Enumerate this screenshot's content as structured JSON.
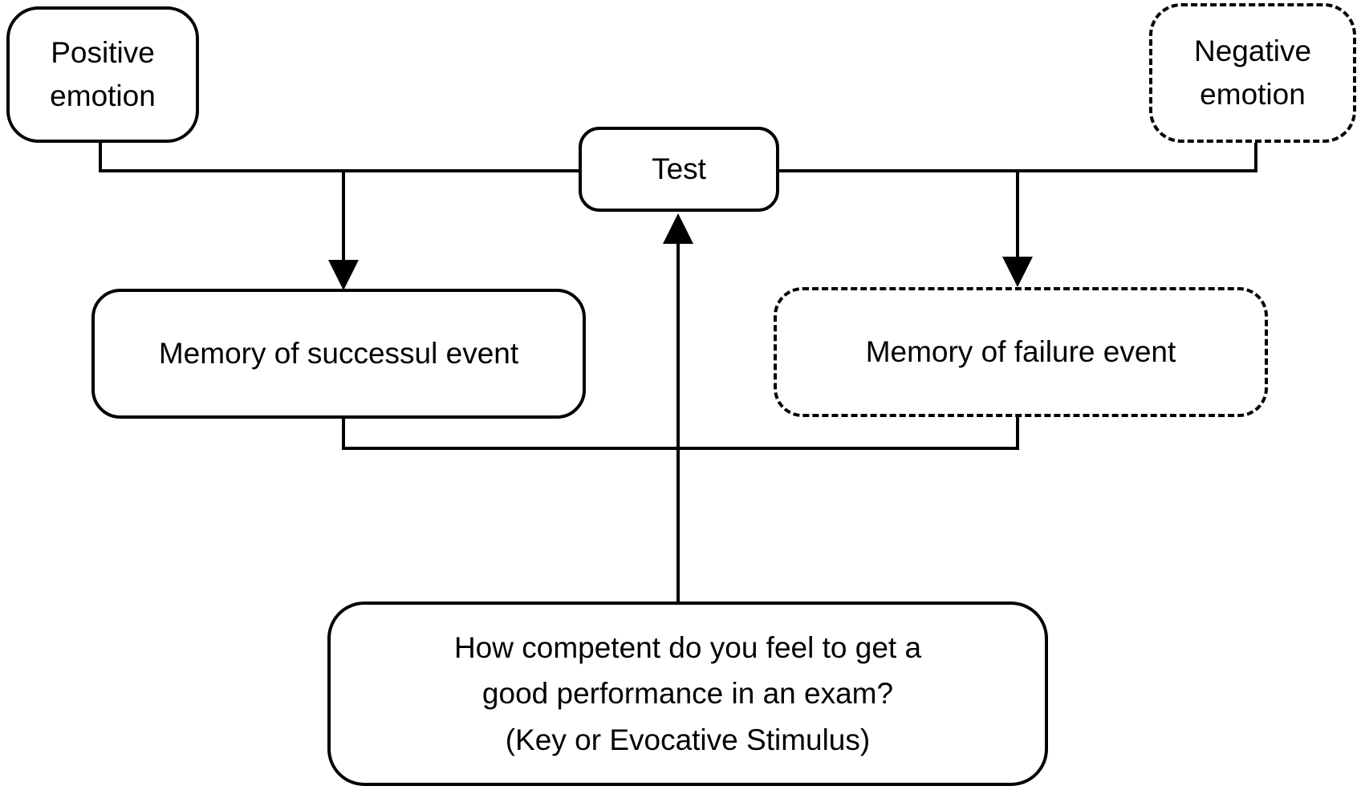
{
  "diagram": {
    "background_color": "#ffffff",
    "line_color": "#000000",
    "text_color": "#000000",
    "nodes": {
      "positive": {
        "label": "Positive emotion",
        "border": "solid"
      },
      "negative": {
        "label": "Negative emotion",
        "border": "dashed"
      },
      "test": {
        "label": "Test",
        "border": "solid"
      },
      "memory_success": {
        "label": "Memory of successul event",
        "border": "solid"
      },
      "memory_failure": {
        "label": "Memory of failure event",
        "border": "dashed"
      },
      "stimulus": {
        "border": "solid",
        "lines": [
          "How competent do you feel to get a",
          "good performance in an exam?",
          "(Key or Evocative Stimulus)"
        ]
      }
    },
    "edges": [
      {
        "from": "positive",
        "to": "test",
        "arrow": false
      },
      {
        "from": "negative",
        "to": "test",
        "arrow": false
      },
      {
        "from": "positive",
        "to": "memory_success",
        "arrow": true,
        "arrow_direction": "down"
      },
      {
        "from": "negative",
        "to": "memory_failure",
        "arrow": true,
        "arrow_direction": "down"
      },
      {
        "from": "memory_success",
        "to": "stimulus",
        "arrow": false
      },
      {
        "from": "memory_failure",
        "to": "stimulus",
        "arrow": false
      },
      {
        "from": "stimulus",
        "to": "test",
        "arrow": true,
        "arrow_direction": "up"
      }
    ]
  }
}
